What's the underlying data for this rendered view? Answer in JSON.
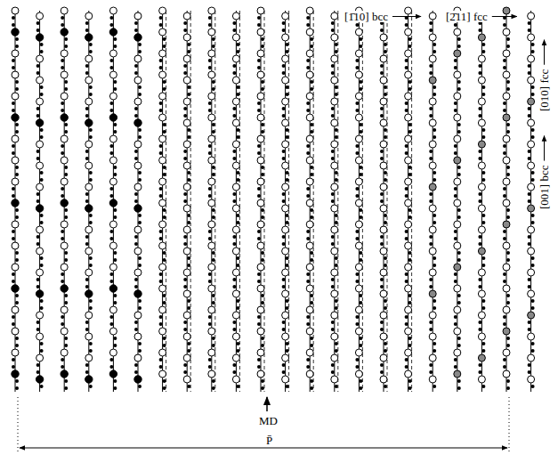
{
  "diagram": {
    "labels": [
      "[1̄10] bcc",
      "[2̄11] fcc",
      "[001] bcc",
      "[010] fcc",
      "MD",
      "P̄"
    ]
  }
}
